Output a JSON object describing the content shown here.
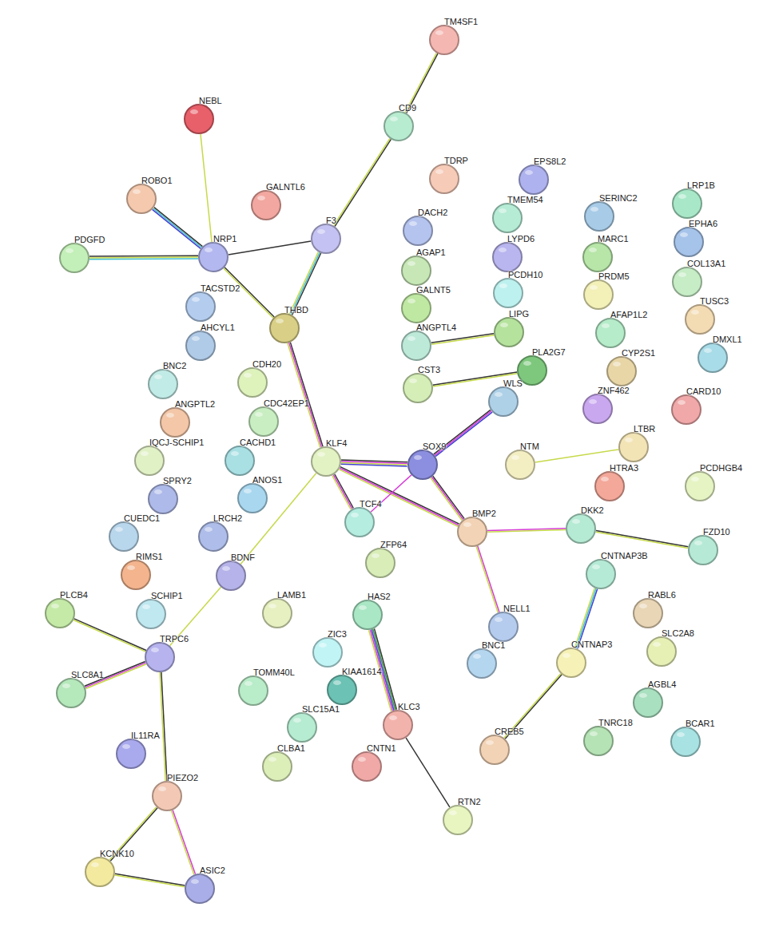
{
  "diagram": {
    "nodes": [
      {
        "text": [
          "TM4SF1"
        ]
      },
      {
        "text": [
          "CD9"
        ]
      },
      {
        "text": [
          "NEBL"
        ]
      },
      {
        "text": [
          "ROBO1"
        ]
      },
      {
        "text": [
          "GALNTL6"
        ]
      },
      {
        "text": [
          "PDGFD"
        ]
      },
      {
        "text": [
          "NRP1"
        ]
      },
      {
        "text": [
          "F3"
        ]
      },
      {
        "text": [
          "TDRP"
        ]
      },
      {
        "text": [
          "EPS8L2"
        ]
      },
      {
        "text": [
          "TMEM54"
        ]
      },
      {
        "text": [
          "DACH2"
        ]
      },
      {
        "text": [
          "SERINC2"
        ]
      },
      {
        "text": [
          "LRP1B"
        ]
      },
      {
        "text": [
          "EPHA6"
        ]
      },
      {
        "text": [
          "AGAP1"
        ]
      },
      {
        "text": [
          "LYPD6"
        ]
      },
      {
        "text": [
          "MARC1"
        ]
      },
      {
        "text": [
          "COL13A1"
        ]
      },
      {
        "text": [
          "PCDH10"
        ]
      },
      {
        "text": [
          "PRDM5"
        ]
      },
      {
        "text": [
          "TUSC3"
        ]
      },
      {
        "text": [
          "TACSTD2"
        ]
      },
      {
        "text": [
          "THBD"
        ]
      },
      {
        "text": [
          "GALNT5"
        ]
      },
      {
        "text": [
          "LIPG"
        ]
      },
      {
        "text": [
          "AFAP1L2"
        ]
      },
      {
        "text": [
          "AHCYL1"
        ]
      },
      {
        "text": [
          "ANGPTL4"
        ]
      },
      {
        "text": [
          "DMXL1"
        ]
      },
      {
        "text": [
          "BNC2"
        ]
      },
      {
        "text": [
          "CDH20"
        ]
      },
      {
        "text": [
          "CYP2S1"
        ]
      },
      {
        "text": [
          "PLA2G7"
        ]
      },
      {
        "text": [
          "CST3"
        ]
      },
      {
        "text": [
          "WLS"
        ]
      },
      {
        "text": [
          "CDC42EP1"
        ]
      },
      {
        "text": [
          "ZNF462"
        ]
      },
      {
        "text": [
          "CARD10"
        ]
      },
      {
        "text": [
          "ANGPTL2"
        ]
      },
      {
        "text": [
          "CACHD1"
        ]
      },
      {
        "text": [
          "KLF4"
        ]
      },
      {
        "text": [
          "SOX9"
        ]
      },
      {
        "text": [
          "LTBR"
        ]
      },
      {
        "text": [
          "NTM"
        ]
      },
      {
        "text": [
          "IQCJ-SCHIP1"
        ]
      },
      {
        "text": [
          "HTRA3"
        ]
      },
      {
        "text": [
          "PCDHGB4"
        ]
      },
      {
        "text": [
          "SPRY2"
        ]
      },
      {
        "text": [
          "ANOS1"
        ]
      },
      {
        "text": [
          "TCF4"
        ]
      },
      {
        "text": [
          "BMP2"
        ]
      },
      {
        "text": [
          "DKK2"
        ]
      },
      {
        "text": [
          "FZD10"
        ]
      },
      {
        "text": [
          "CUEDC1"
        ]
      },
      {
        "text": [
          "LRCH2"
        ]
      },
      {
        "text": [
          "ZFP64"
        ]
      },
      {
        "text": [
          "CNTNAP3B"
        ]
      },
      {
        "text": [
          "RIMS1"
        ]
      },
      {
        "text": [
          "BDNF"
        ]
      },
      {
        "text": [
          "NELL1"
        ]
      },
      {
        "text": [
          "RABL6"
        ]
      },
      {
        "text": [
          "PLCB4"
        ]
      },
      {
        "text": [
          "SCHIP1"
        ]
      },
      {
        "text": [
          "LAMB1"
        ]
      },
      {
        "text": [
          "HAS2"
        ]
      },
      {
        "text": [
          "TRPC6"
        ]
      },
      {
        "text": [
          "ZIC3"
        ]
      },
      {
        "text": [
          "SLC2A8"
        ]
      },
      {
        "text": [
          "BNC1"
        ]
      },
      {
        "text": [
          "CNTNAP3"
        ]
      },
      {
        "text": [
          "KIAA1614"
        ]
      },
      {
        "text": [
          "SLC8A1"
        ]
      },
      {
        "text": [
          "TOMM40L"
        ]
      },
      {
        "text": [
          "AGBL4"
        ]
      },
      {
        "text": [
          "SLC15A1"
        ]
      },
      {
        "text": [
          "KLC3"
        ]
      },
      {
        "text": [
          "IL11RA"
        ]
      },
      {
        "text": [
          "TNRC18"
        ]
      },
      {
        "text": [
          "BCAR1"
        ]
      },
      {
        "text": [
          "CLBA1"
        ]
      },
      {
        "text": [
          "CNTN1"
        ]
      },
      {
        "text": [
          "CREB5"
        ]
      },
      {
        "text": [
          "PIEZO2"
        ]
      },
      {
        "text": [
          "RTN2"
        ]
      },
      {
        "text": [
          "KCNK10"
        ]
      },
      {
        "text": [
          "ASIC2"
        ]
      }
    ],
    "edges": [
      {
        "from": 0,
        "to": 1,
        "arrow": "none"
      },
      {
        "from": 1,
        "to": 7,
        "arrow": "none"
      },
      {
        "from": 2,
        "to": 6,
        "arrow": "none"
      },
      {
        "from": 3,
        "to": 6,
        "arrow": "none"
      },
      {
        "from": 5,
        "to": 6,
        "arrow": "none"
      },
      {
        "from": 6,
        "to": 7,
        "arrow": "none"
      },
      {
        "from": 6,
        "to": 23,
        "arrow": "none"
      },
      {
        "from": 7,
        "to": 23,
        "arrow": "none"
      },
      {
        "from": 23,
        "to": 41,
        "arrow": "none"
      },
      {
        "from": 41,
        "to": 42,
        "arrow": "none"
      },
      {
        "from": 41,
        "to": 50,
        "arrow": "none"
      },
      {
        "from": 41,
        "to": 51,
        "arrow": "none"
      },
      {
        "from": 41,
        "to": 59,
        "arrow": "none"
      },
      {
        "from": 42,
        "to": 35,
        "arrow": "none"
      },
      {
        "from": 42,
        "to": 50,
        "arrow": "none"
      },
      {
        "from": 42,
        "to": 51,
        "arrow": "none"
      },
      {
        "from": 51,
        "to": 52,
        "arrow": "none"
      },
      {
        "from": 51,
        "to": 60,
        "arrow": "none"
      },
      {
        "from": 52,
        "to": 53,
        "arrow": "none"
      },
      {
        "from": 28,
        "to": 25,
        "arrow": "none"
      },
      {
        "from": 34,
        "to": 33,
        "arrow": "none"
      },
      {
        "from": 44,
        "to": 43,
        "arrow": "none"
      },
      {
        "from": 57,
        "to": 70,
        "arrow": "none"
      },
      {
        "from": 70,
        "to": 82,
        "arrow": "none"
      },
      {
        "from": 65,
        "to": 76,
        "arrow": "none"
      },
      {
        "from": 76,
        "to": 84,
        "arrow": "none"
      },
      {
        "from": 59,
        "to": 66,
        "arrow": "none"
      },
      {
        "from": 62,
        "to": 66,
        "arrow": "none"
      },
      {
        "from": 72,
        "to": 66,
        "arrow": "none"
      },
      {
        "from": 66,
        "to": 83,
        "arrow": "none"
      },
      {
        "from": 83,
        "to": 85,
        "arrow": "none"
      },
      {
        "from": 83,
        "to": 86,
        "arrow": "none"
      },
      {
        "from": 85,
        "to": 86,
        "arrow": "none"
      }
    ]
  }
}
